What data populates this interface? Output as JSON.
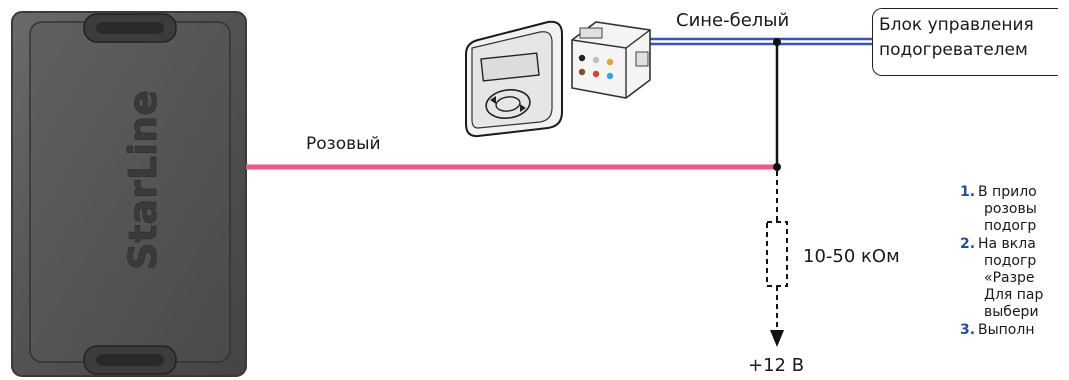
{
  "module": {
    "logo_text": "StarLine",
    "logo_mark": "®"
  },
  "wires": {
    "pink": {
      "label": "Розовый",
      "color": "#e85a8c"
    },
    "blue_white": {
      "label": "Сине-белый",
      "color": "#3a55b0"
    }
  },
  "heater_unit": {
    "line1": "Блок управления",
    "line2": "подогревателем"
  },
  "resistor": {
    "label": "10-50 кОм"
  },
  "power": {
    "label": "+12 В"
  },
  "instructions": [
    {
      "num": "1.",
      "lines": [
        "В прило",
        "розовы",
        "подогр"
      ]
    },
    {
      "num": "2.",
      "lines": [
        "На вкла",
        "подогр",
        "«Разре",
        "Для пар",
        "выбери"
      ]
    },
    {
      "num": "3.",
      "lines": [
        "Выполн"
      ]
    }
  ]
}
